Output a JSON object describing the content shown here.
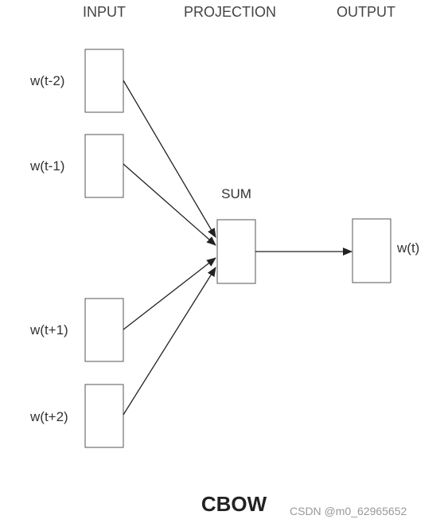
{
  "headers": {
    "input": "INPUT",
    "projection": "PROJECTION",
    "output": "OUTPUT"
  },
  "inputs": [
    {
      "label": "w(t-2)"
    },
    {
      "label": "w(t-1)"
    },
    {
      "label": "w(t+1)"
    },
    {
      "label": "w(t+2)"
    }
  ],
  "projection": {
    "label": "SUM"
  },
  "output": {
    "label": "w(t)"
  },
  "title": "CBOW",
  "watermark": "CSDN @m0_62965652",
  "colors": {
    "stroke": "#222222",
    "text": "#333333"
  }
}
